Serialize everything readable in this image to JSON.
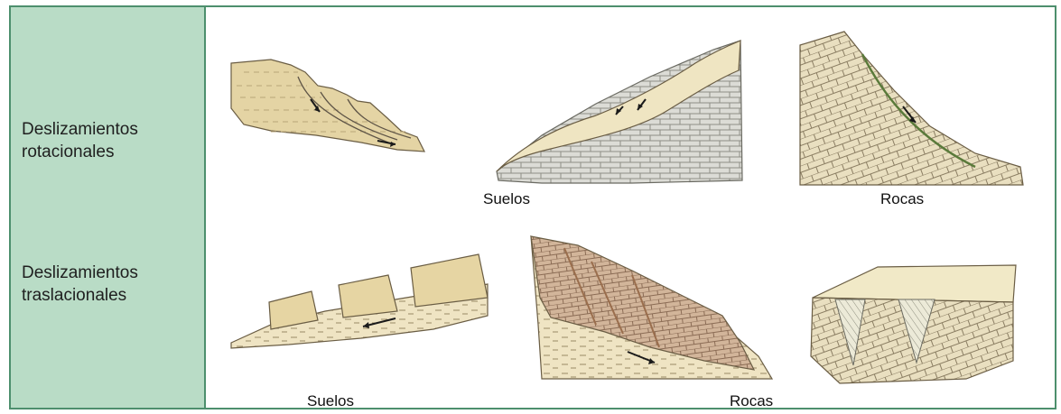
{
  "rows": [
    {
      "label_line1": "Deslizamientos",
      "label_line2": "rotacionales"
    },
    {
      "label_line1": "Deslizamientos",
      "label_line2": "traslacionales"
    }
  ],
  "captions": {
    "rot_soils": "Suelos",
    "rot_rocks": "Rocas",
    "tra_soils": "Suelos",
    "tra_rocks": "Rocas"
  },
  "colors": {
    "sidebar": "#b9dcc6",
    "border": "#4d8f6d",
    "soil": "#eadcb3",
    "soil_dark": "#d8c08e",
    "rock_grey": "#d9d9d4",
    "rock_brown": "#cfae93",
    "line": "#5e5446"
  }
}
